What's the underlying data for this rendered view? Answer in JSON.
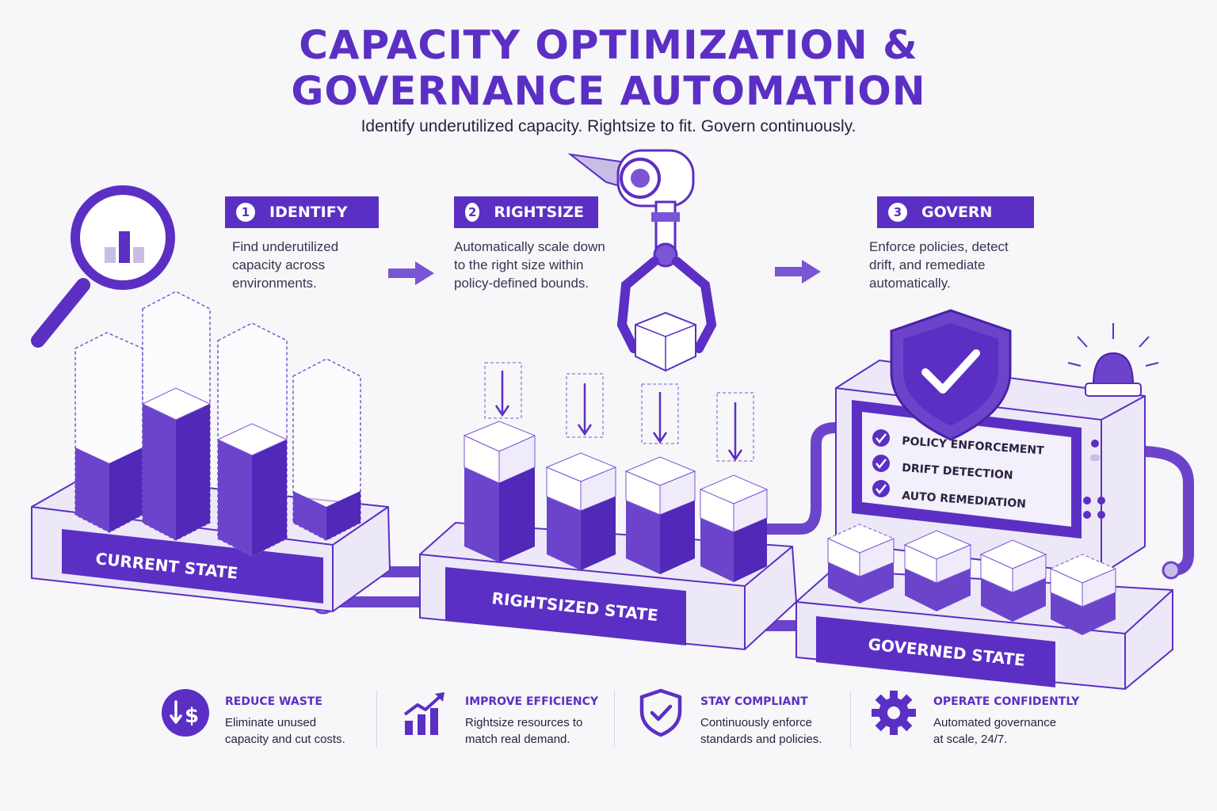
{
  "header": {
    "title_line1": "CAPACITY OPTIMIZATION &",
    "title_line2": "GOVERNANCE AUTOMATION",
    "subtitle": "Identify underutilized capacity. Rightsize to fit. Govern continuously."
  },
  "steps": [
    {
      "number": "1",
      "label": "IDENTIFY",
      "desc_lines": [
        "Find underutilized",
        "capacity across",
        "environments."
      ]
    },
    {
      "number": "2",
      "label": "RIGHTSIZE",
      "desc_lines": [
        "Automatically scale down",
        "to the right size within",
        "policy-defined bounds."
      ]
    },
    {
      "number": "3",
      "label": "GOVERN",
      "desc_lines": [
        "Enforce policies, detect",
        "drift, and remediate",
        "automatically."
      ]
    }
  ],
  "panels": {
    "current": "CURRENT STATE",
    "rightsized": "RIGHTSIZED STATE",
    "governed": "GOVERNED STATE"
  },
  "governance_checks": [
    "POLICY ENFORCEMENT",
    "DRIFT DETECTION",
    "AUTO REMEDIATION"
  ],
  "benefits": [
    {
      "icon": "dollar-down-icon",
      "title": "REDUCE WASTE",
      "desc_lines": [
        "Eliminate unused",
        "capacity and cut costs."
      ]
    },
    {
      "icon": "growth-chart-icon",
      "title": "IMPROVE EFFICIENCY",
      "desc_lines": [
        "Rightsize resources to",
        "match real demand."
      ]
    },
    {
      "icon": "shield-check-icon",
      "title": "STAY COMPLIANT",
      "desc_lines": [
        "Continuously enforce",
        "standards and policies."
      ]
    },
    {
      "icon": "gear-icon",
      "title": "OPERATE CONFIDENTLY",
      "desc_lines": [
        "Automated governance",
        "at scale, 24/7."
      ]
    }
  ],
  "colors": {
    "primary": "#5b2fc4",
    "primary_mid": "#7a55d4",
    "light": "#e6ddf7",
    "background": "#f7f6f9"
  }
}
